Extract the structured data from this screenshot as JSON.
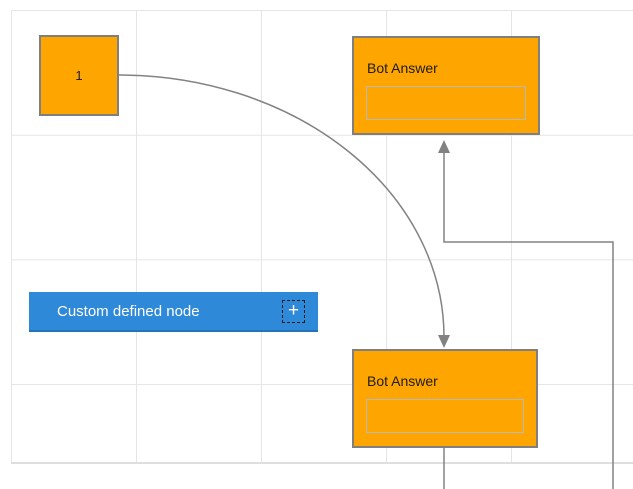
{
  "colors": {
    "background": "#ffffff",
    "grid_line": "#e5e5e5",
    "grid_border": "#dedede",
    "connector": "#828282",
    "node_orange": "#ffa500",
    "node_border": "#7f7f7f",
    "input_border": "#b9b9b9",
    "node_blue": "#2e89d8",
    "node_blue_dark": "#2374b7",
    "text_dark": "#1c1c1c",
    "text_light": "#ffffff"
  },
  "nodes": {
    "start": {
      "label": "1"
    },
    "bot_answer_top": {
      "title": "Bot Answer",
      "input_value": ""
    },
    "bot_answer_bottom": {
      "title": "Bot Answer",
      "input_value": ""
    },
    "custom": {
      "label": "Custom defined node",
      "add_button": "+"
    }
  }
}
